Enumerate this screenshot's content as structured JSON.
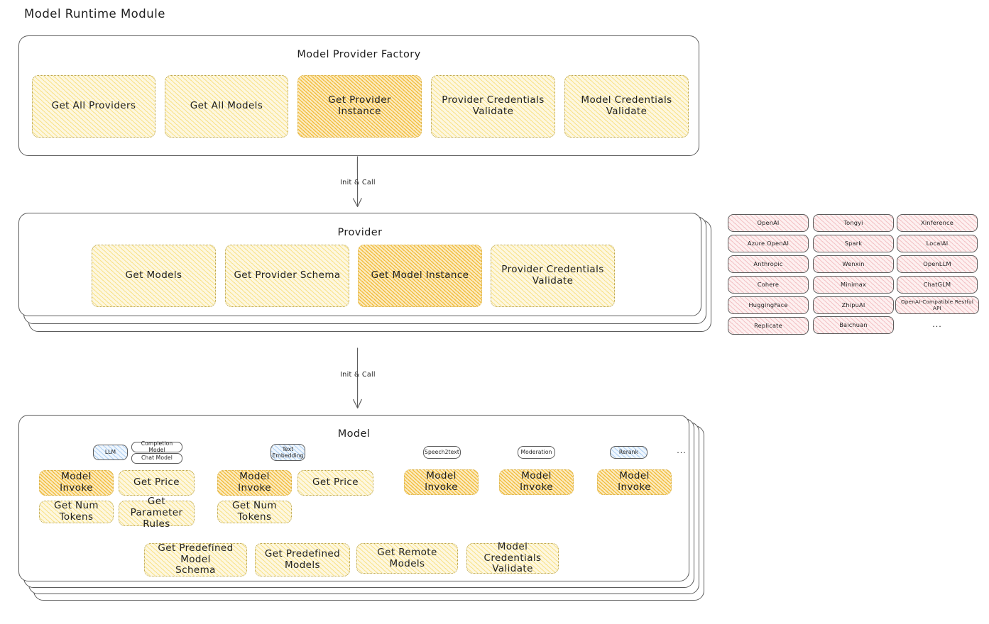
{
  "page": {
    "title": "Model Runtime Module"
  },
  "arrows": [
    {
      "label": "Init & Call"
    },
    {
      "label": "Init & Call"
    }
  ],
  "factory": {
    "title": "Model Provider Factory",
    "nodes": [
      {
        "label": "Get All Providers",
        "highlighted": false
      },
      {
        "label": "Get All Models",
        "highlighted": false
      },
      {
        "label": "Get Provider\nInstance",
        "highlighted": true
      },
      {
        "label": "Provider Credentials\nValidate",
        "highlighted": false
      },
      {
        "label": "Model Credentials\nValidate",
        "highlighted": false
      }
    ]
  },
  "provider": {
    "title": "Provider",
    "nodes": [
      {
        "label": "Get Models",
        "highlighted": false
      },
      {
        "label": "Get Provider Schema",
        "highlighted": false
      },
      {
        "label": "Get Model Instance",
        "highlighted": true
      },
      {
        "label": "Provider Credentials\nValidate",
        "highlighted": false
      }
    ]
  },
  "provider_list": {
    "columns": [
      {
        "items": [
          "OpenAI",
          "Azure OpenAI",
          "Anthropic",
          "Cohere",
          "HuggingFace",
          "Replicate"
        ]
      },
      {
        "items": [
          "Tongyi",
          "Spark",
          "Wenxin",
          "Minimax",
          "ZhipuAI",
          "Baichuan"
        ]
      },
      {
        "items": [
          "Xinference",
          "LocalAI",
          "OpenLLM",
          "ChatGLM",
          "OpenAI-Compatible Restful API"
        ]
      }
    ],
    "more": "..."
  },
  "model": {
    "title": "Model",
    "more": "...",
    "types": [
      {
        "tab": "LLM",
        "tab_style": "blue",
        "subtabs": [
          "Completion Model",
          "Chat Model"
        ],
        "ops": [
          {
            "label": "Model Invoke",
            "highlighted": true
          },
          {
            "label": "Get Price",
            "highlighted": false
          },
          {
            "label": "Get Num Tokens",
            "highlighted": false
          },
          {
            "label": "Get Parameter\nRules",
            "highlighted": false
          }
        ]
      },
      {
        "tab": "Text\nEmbedding",
        "tab_style": "blue",
        "subtabs": [],
        "ops": [
          {
            "label": "Model Invoke",
            "highlighted": true
          },
          {
            "label": "Get Price",
            "highlighted": false
          },
          {
            "label": "Get Num Tokens",
            "highlighted": false
          }
        ]
      },
      {
        "tab": "Speech2text",
        "tab_style": "plain",
        "subtabs": [],
        "ops": [
          {
            "label": "Model Invoke",
            "highlighted": true
          }
        ]
      },
      {
        "tab": "Moderation",
        "tab_style": "plain",
        "subtabs": [],
        "ops": [
          {
            "label": "Model Invoke",
            "highlighted": true
          }
        ]
      },
      {
        "tab": "Rerank",
        "tab_style": "blue",
        "subtabs": [],
        "ops": [
          {
            "label": "Model Invoke",
            "highlighted": true
          }
        ]
      }
    ],
    "common_ops": [
      {
        "label": "Get Predefined Model\nSchema"
      },
      {
        "label": "Get Predefined\nModels"
      },
      {
        "label": "Get Remote Models"
      },
      {
        "label": "Model Credentials\nValidate"
      }
    ]
  },
  "colors": {
    "yellow_fill": "#fdf7e0",
    "amber_fill": "#fbeabf",
    "rose_fill": "#fdf0f0",
    "blue_fill": "#eff6fd",
    "stroke": "#5c5c5c",
    "text": "#1e1e1e"
  }
}
